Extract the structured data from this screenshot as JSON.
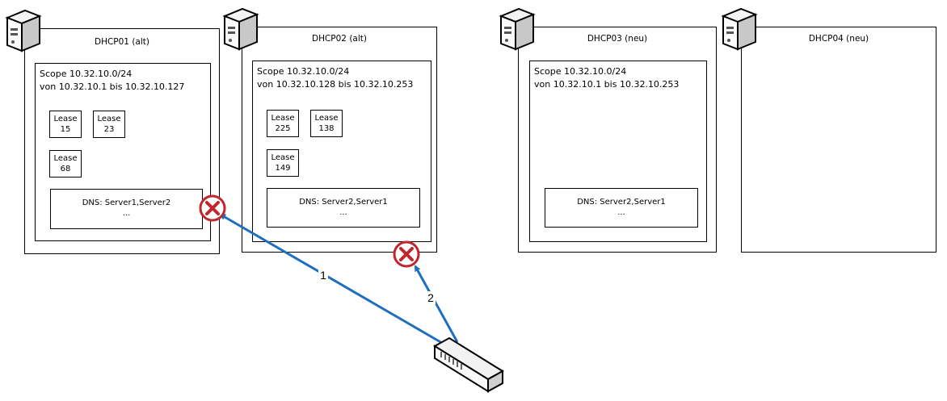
{
  "servers": [
    {
      "title": "DHCP01 (alt)",
      "scope_line1": "Scope 10.32.10.0/24",
      "scope_line2": "von 10.32.10.1 bis 10.32.10.127",
      "leases": [
        {
          "label": "Lease",
          "value": "15"
        },
        {
          "label": "Lease",
          "value": "23"
        },
        {
          "label": "Lease",
          "value": "68"
        }
      ],
      "dns_line1": "DNS: Server1,Server2",
      "dns_line2": "..."
    },
    {
      "title": "DHCP02 (alt)",
      "scope_line1": "Scope 10.32.10.0/24",
      "scope_line2": "von 10.32.10.128 bis 10.32.10.253",
      "leases": [
        {
          "label": "Lease",
          "value": "225"
        },
        {
          "label": "Lease",
          "value": "138"
        },
        {
          "label": "Lease",
          "value": "149"
        }
      ],
      "dns_line1": "DNS: Server2,Server1",
      "dns_line2": "..."
    },
    {
      "title": "DHCP03 (neu)",
      "scope_line1": "Scope 10.32.10.0/24",
      "scope_line2": "von 10.32.10.1 bis 10.32.10.253",
      "dns_line1": "DNS: Server2,Server1",
      "dns_line2": "..."
    },
    {
      "title": "DHCP04 (neu)"
    }
  ],
  "connections": [
    {
      "label": "1",
      "color": "#1f6fbf",
      "status": "failed"
    },
    {
      "label": "2",
      "color": "#1f6fbf",
      "status": "failed"
    }
  ],
  "icons": {
    "server": "server-tower-icon",
    "switch": "network-switch-icon",
    "error": "red-x-circle-icon"
  },
  "colors": {
    "link": "#1f6fbf",
    "error": "#c0262d"
  }
}
